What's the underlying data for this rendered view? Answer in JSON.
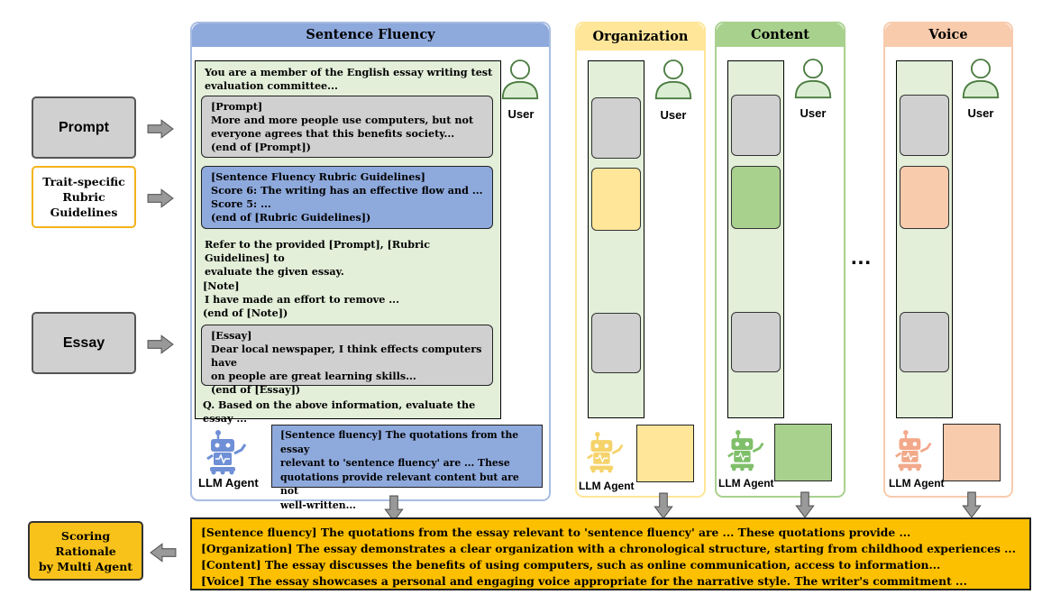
{
  "inputs": {
    "prompt": "Prompt",
    "rubric_line1": "Trait-specific",
    "rubric_line2": "Rubric",
    "rubric_line3": "Guidelines",
    "essay": "Essay"
  },
  "output_label": {
    "line1": "Scoring",
    "line2": "Rationale",
    "line3": "by Multi Agent"
  },
  "sentence_fluency": {
    "title": "Sentence Fluency",
    "intro1": "You are a member of the English essay writing test",
    "intro2": "evaluation committee...",
    "prompt_block": [
      "[Prompt]",
      "More and more people use computers, but not",
      "everyone agrees that this benefits society...",
      "(end of [Prompt])"
    ],
    "rubric_block": [
      "[Sentence Fluency Rubric Guidelines]",
      "Score 6: The writing has an effective flow and ...",
      "Score 5: ...",
      "(end of [Rubric Guidelines])"
    ],
    "refer1": "Refer to the provided [Prompt], [Rubric Guidelines] to",
    "refer2": "evaluate the given essay.",
    "note": [
      "[Note]",
      "I have made an effort to remove ...",
      "(end of [Note])"
    ],
    "essay_block": [
      "[Essay]",
      "Dear local newspaper, I think effects computers have",
      "on people are great learning skills...",
      "(end of [Essay])"
    ],
    "question": "Q. Based on the above information, evaluate the essay ...",
    "response": [
      "[Sentence fluency] The quotations from the essay",
      "relevant to 'sentence fluency' are ... These",
      "quotations provide relevant content but are not",
      "well-written..."
    ]
  },
  "traits": [
    {
      "title": "Organization",
      "accent": "#ffe699",
      "border": "#ffe699"
    },
    {
      "title": "Content",
      "accent": "#a9d18e",
      "border": "#a9d18e"
    },
    {
      "title": "Voice",
      "accent": "#f8cbad",
      "border": "#f8cbad"
    }
  ],
  "ellipsis": "...",
  "user_label": "User",
  "agent_label": "LLM Agent",
  "final_rationale": [
    "[Sentence fluency] The quotations from the essay relevant to 'sentence fluency' are ... These quotations provide ...",
    "[Organization]  The essay demonstrates a clear organization with a chronological structure, starting from childhood experiences ...",
    "[Content] The essay discusses the benefits of using computers, such as online communication, access to information...",
    "[Voice] The essay showcases a personal and engaging voice appropriate for the narrative style. The writer's commitment ..."
  ],
  "colors": {
    "sf_head": "#8ea9dc",
    "panel_body": "#e3efd9",
    "gray_box": "#d0d0d0",
    "rationale": "#fdc000",
    "rubric_border": "#f6b21b"
  }
}
